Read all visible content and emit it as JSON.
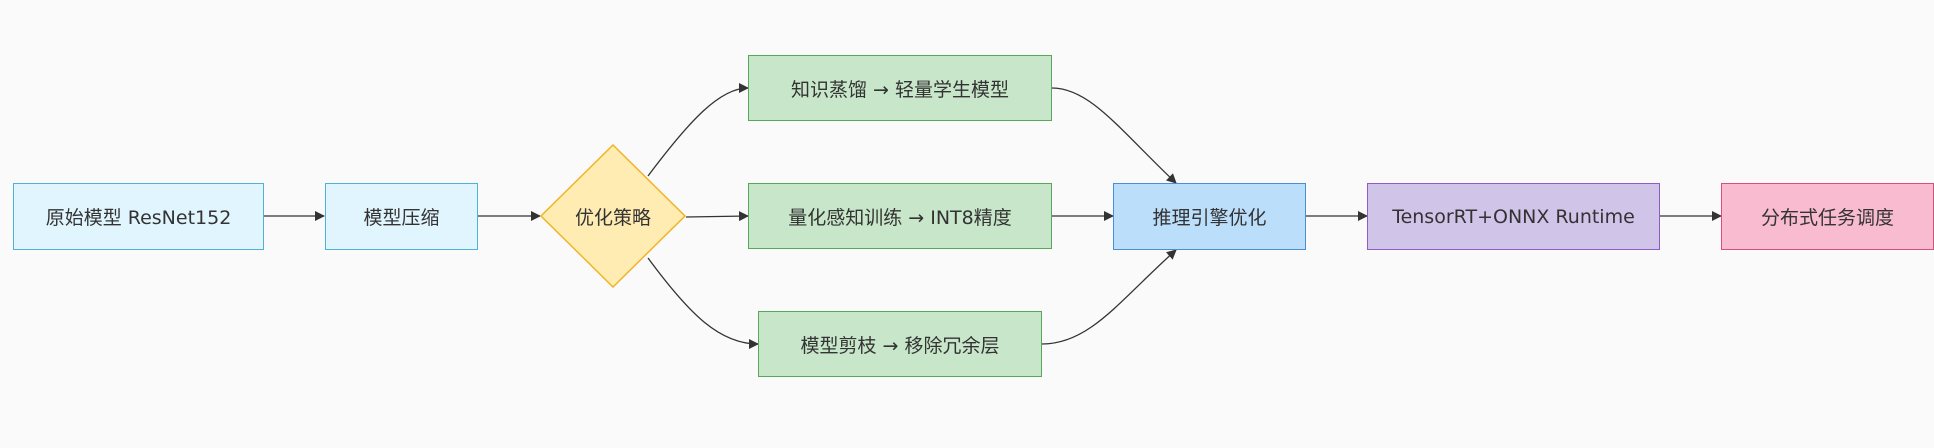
{
  "nodes": {
    "original_model": "原始模型 ResNet152",
    "model_compression": "模型压缩",
    "optimization_strategy": "优化策略",
    "knowledge_distillation": "知识蒸馏 → 轻量学生模型",
    "quantization_training": "量化感知训练 → INT8精度",
    "model_pruning": "模型剪枝 → 移除冗余层",
    "inference_engine": "推理引擎优化",
    "runtime": "TensorRT+ONNX Runtime",
    "distributed_scheduling": "分布式任务调度"
  },
  "colors": {
    "edge": "#333333",
    "decision_fill": "#ffecb3",
    "decision_stroke": "#f0b429"
  }
}
